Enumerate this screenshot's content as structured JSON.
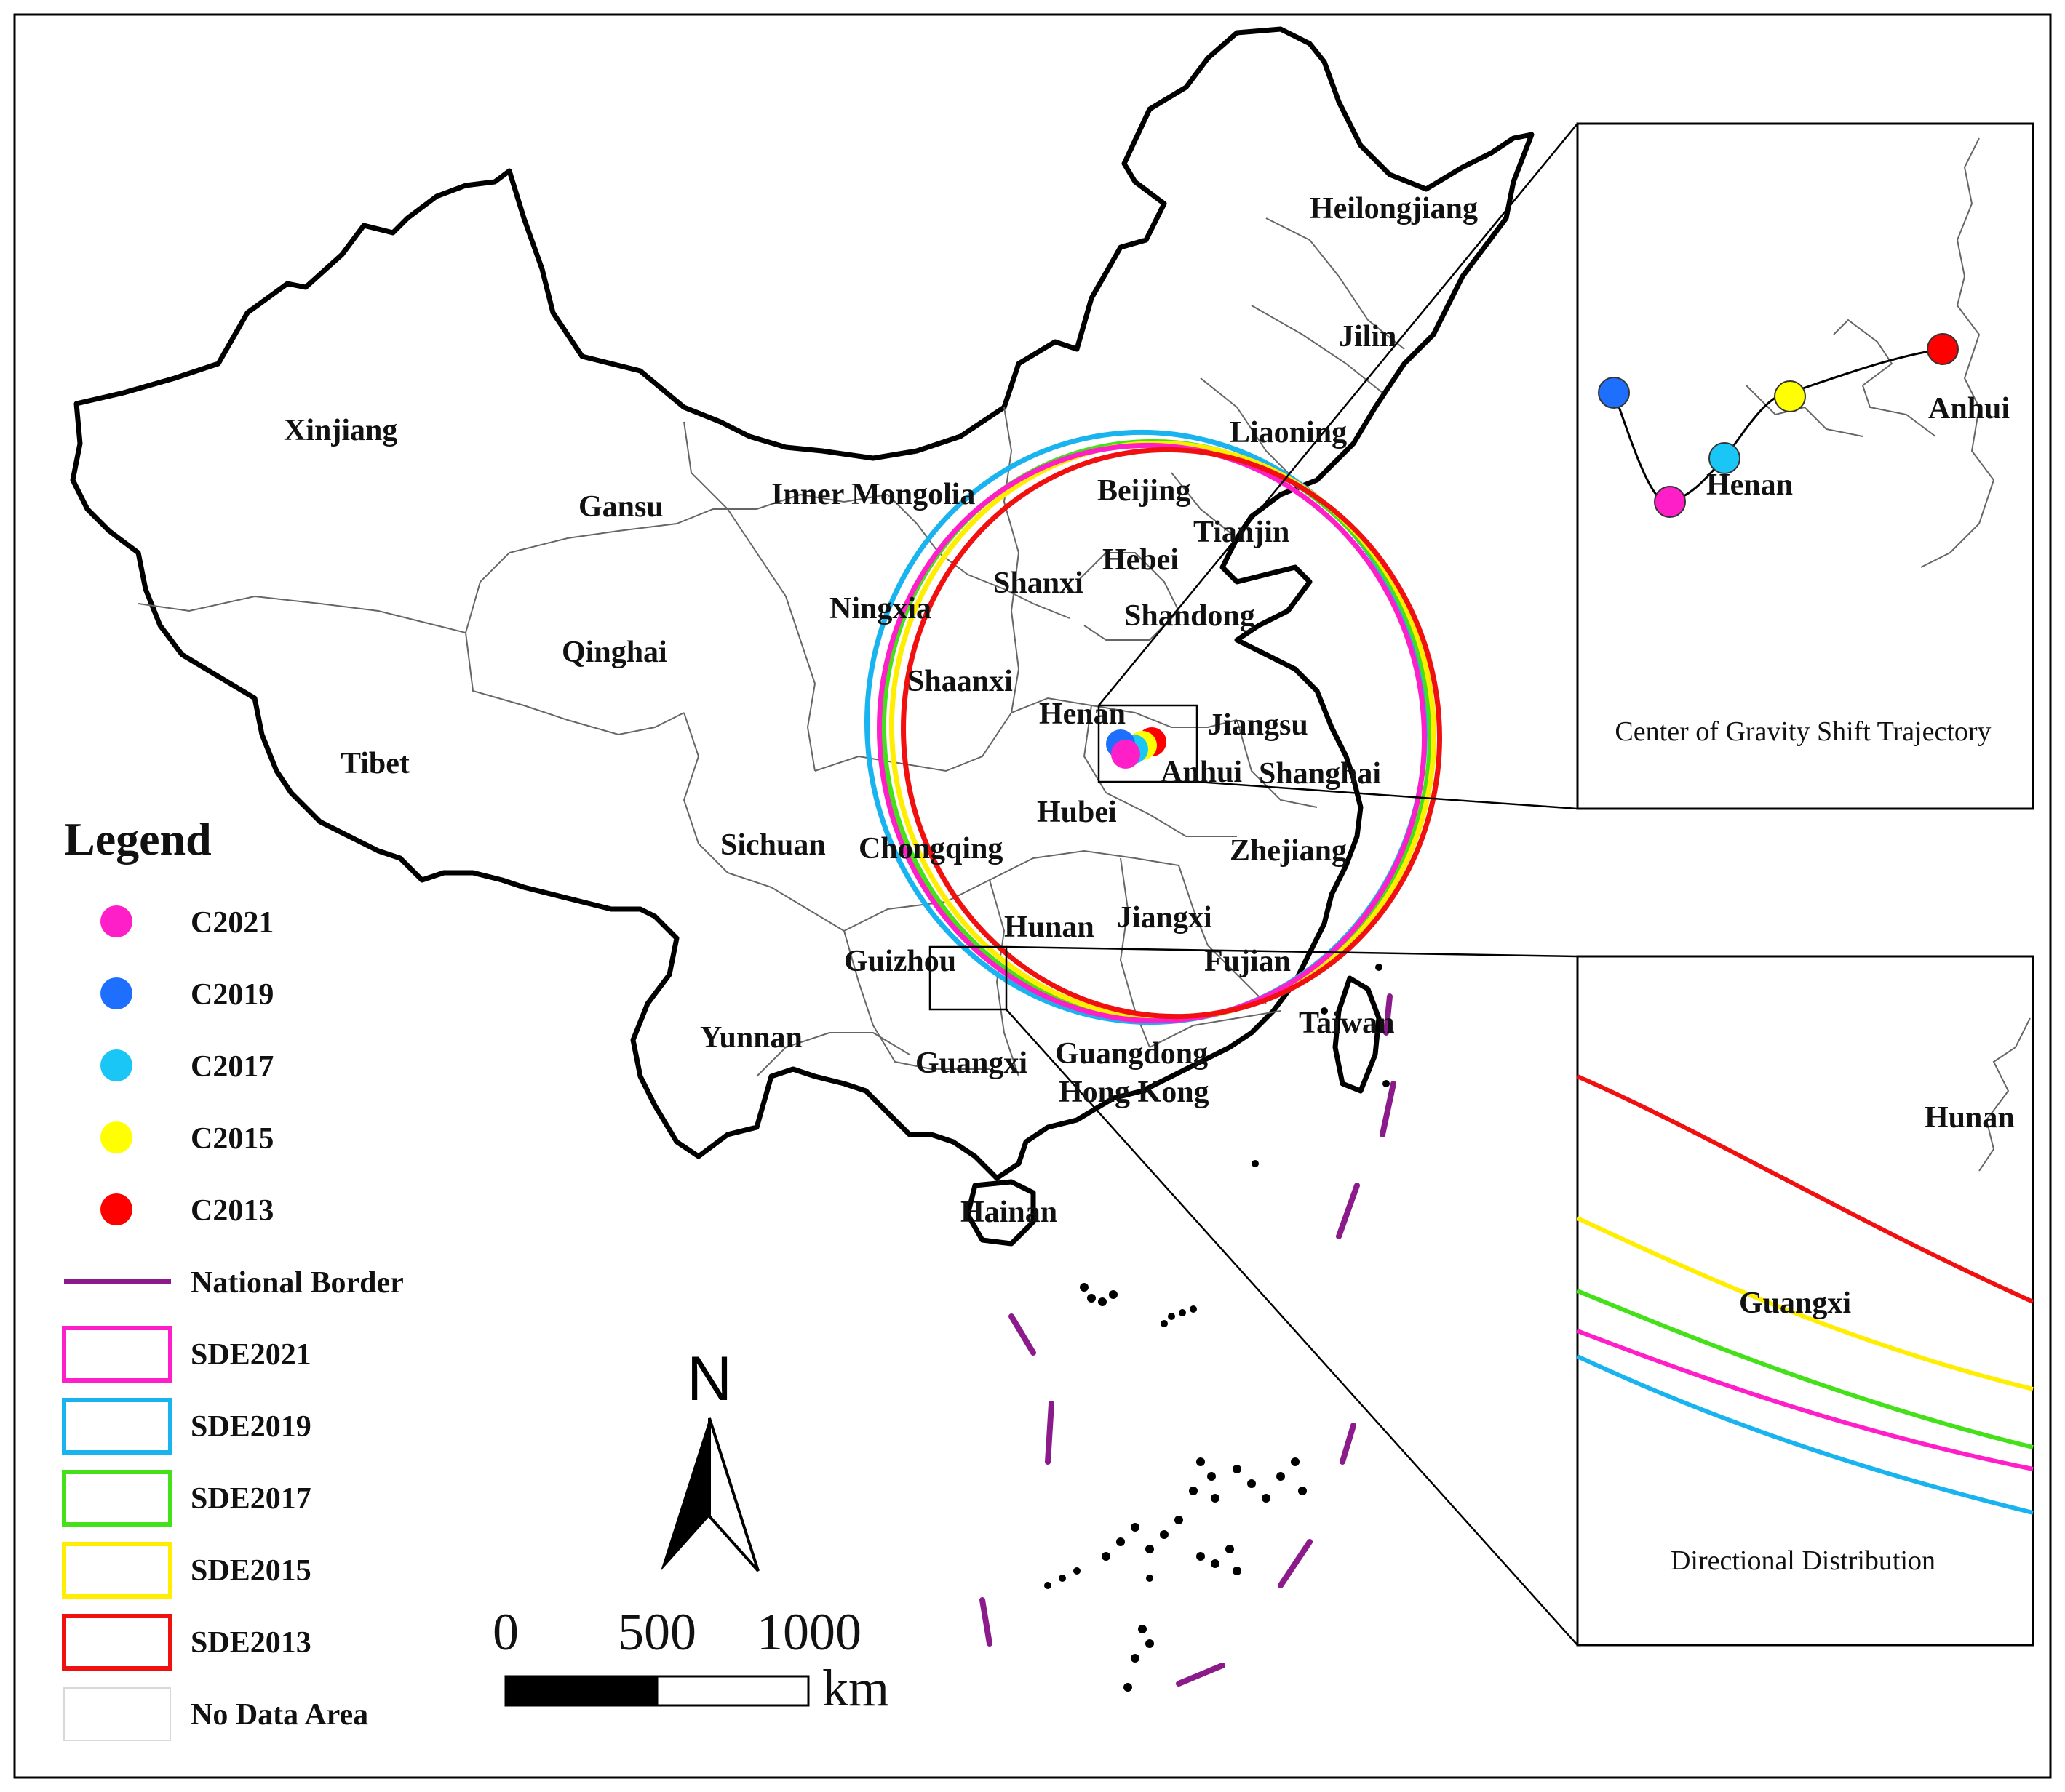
{
  "provinces": [
    {
      "name": "Xinjiang"
    },
    {
      "name": "Gansu"
    },
    {
      "name": "Inner Mongolia"
    },
    {
      "name": "Qinghai"
    },
    {
      "name": "Tibet"
    },
    {
      "name": "Ningxia"
    },
    {
      "name": "Shanxi"
    },
    {
      "name": "Shaanxi"
    },
    {
      "name": "Beijing"
    },
    {
      "name": "Tianjin"
    },
    {
      "name": "Hebei"
    },
    {
      "name": "Shandong"
    },
    {
      "name": "Liaoning"
    },
    {
      "name": "Jilin"
    },
    {
      "name": "Heilongjiang"
    },
    {
      "name": "Henan"
    },
    {
      "name": "Jiangsu"
    },
    {
      "name": "Anhui"
    },
    {
      "name": "Shanghai"
    },
    {
      "name": "Hubei"
    },
    {
      "name": "Sichuan"
    },
    {
      "name": "Chongqing"
    },
    {
      "name": "Zhejiang"
    },
    {
      "name": "Hunan"
    },
    {
      "name": "Jiangxi"
    },
    {
      "name": "Guizhou"
    },
    {
      "name": "Fujian"
    },
    {
      "name": "Taiwan"
    },
    {
      "name": "Yunnan"
    },
    {
      "name": "Guangxi"
    },
    {
      "name": "Guangdong"
    },
    {
      "name": "Hong Kong"
    },
    {
      "name": "Hainan"
    }
  ],
  "legend": {
    "title": "Legend",
    "items": [
      {
        "label": "C2021",
        "kind": "point",
        "color": "#ff1fc8"
      },
      {
        "label": "C2019",
        "kind": "point",
        "color": "#1f6fff"
      },
      {
        "label": "C2017",
        "kind": "point",
        "color": "#19c6f5"
      },
      {
        "label": "C2015",
        "kind": "point",
        "color": "#ffff00"
      },
      {
        "label": "C2013",
        "kind": "point",
        "color": "#ff0000"
      },
      {
        "label": "National Border",
        "kind": "line",
        "color": "#8b1a8b"
      },
      {
        "label": "SDE2021",
        "kind": "box",
        "color": "#ff1fc8"
      },
      {
        "label": "SDE2019",
        "kind": "box",
        "color": "#19b4f0"
      },
      {
        "label": "SDE2017",
        "kind": "box",
        "color": "#44e01a"
      },
      {
        "label": "SDE2015",
        "kind": "box",
        "color": "#ffee00"
      },
      {
        "label": "SDE2013",
        "kind": "box",
        "color": "#f01010"
      },
      {
        "label": "No Data Area",
        "kind": "box",
        "color": "#d8d8d8"
      }
    ]
  },
  "north_arrow": {
    "letter": "N"
  },
  "scale_bar": {
    "ticks": [
      "0",
      "500",
      "1000"
    ],
    "unit": "km"
  },
  "inset_trajectory": {
    "title": "Center of Gravity Shift Trajectory",
    "labels": [
      "Henan",
      "Anhui"
    ]
  },
  "inset_directional": {
    "title": "Directional Distribution",
    "labels": [
      "Hunan",
      "Guangxi"
    ]
  },
  "colors": {
    "c2021": "#ff1fc8",
    "c2019": "#1f6fff",
    "c2017": "#19c6f5",
    "c2015": "#ffff00",
    "c2013": "#ff0000",
    "sde2021": "#ff1fc8",
    "sde2019": "#19b4f0",
    "sde2017": "#44e01a",
    "sde2015": "#ffee00",
    "sde2013": "#f01010",
    "border": "#8b1a8b"
  }
}
